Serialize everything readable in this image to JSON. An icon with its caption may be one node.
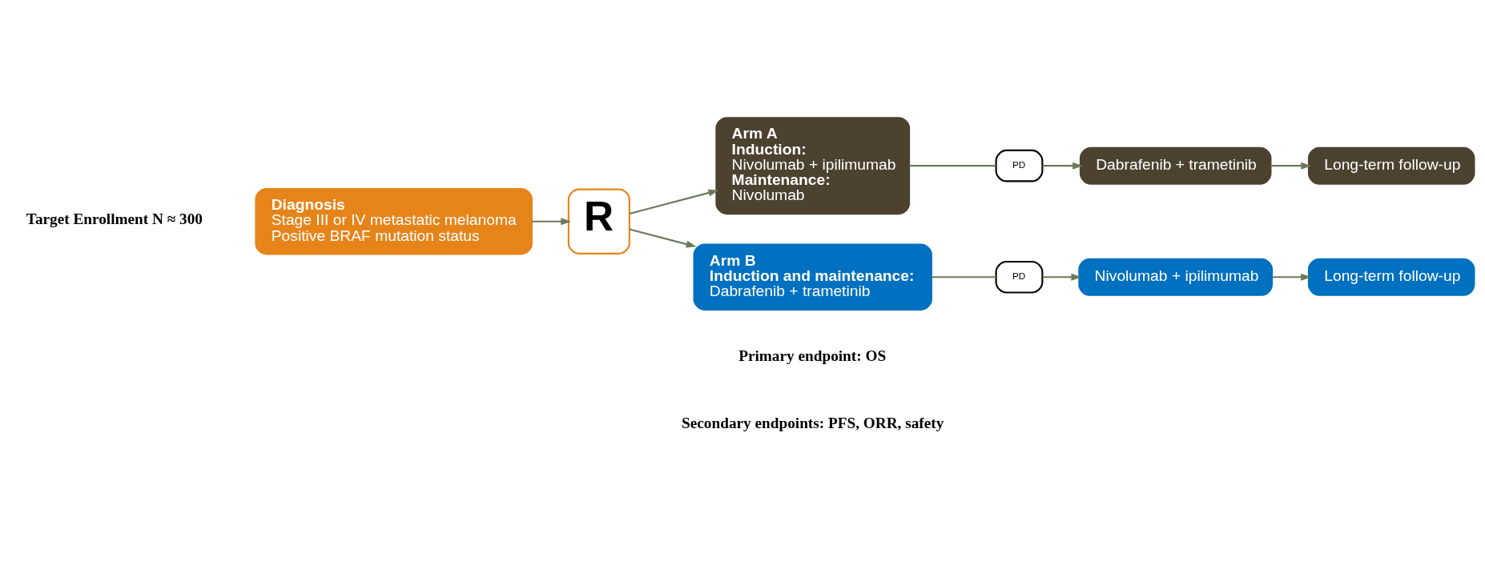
{
  "diagram": {
    "nodes": [
      {
        "text": [
          "Diagnosis",
          "Stage III or IV metastatic melanoma",
          "Positive BRAF mutation status"
        ]
      },
      {
        "text": [
          "R"
        ]
      },
      {
        "text": [
          "Arm A",
          "Induction:",
          "Nivolumab + ipilimumab",
          "Maintenance:",
          "Nivolumab"
        ]
      },
      {
        "text": [
          "Arm B",
          "Induction and maintenance:",
          "Dabrafenib + trametinib"
        ]
      },
      {
        "text": [
          "PD"
        ]
      },
      {
        "text": [
          "PD"
        ]
      },
      {
        "text": [
          "Nivolumab + ipilimumab"
        ]
      },
      {
        "text": [
          "Long-term follow-up"
        ]
      },
      {
        "text": [
          "Dabrafenib + trametinib"
        ]
      },
      {
        "text": [
          "Long-term follow-up"
        ]
      }
    ],
    "edges": [
      {
        "from": 0,
        "to": 1,
        "arrow": "to"
      },
      {
        "from": 1,
        "to": 2,
        "arrow": "to"
      },
      {
        "from": 1,
        "to": 3,
        "arrow": "to"
      },
      {
        "from": 2,
        "to": 4,
        "arrow": "none"
      },
      {
        "from": 4,
        "to": 8,
        "arrow": "to"
      },
      {
        "from": 3,
        "to": 5,
        "arrow": "none"
      },
      {
        "from": 5,
        "to": 6,
        "arrow": "to"
      },
      {
        "from": 6,
        "to": 7,
        "arrow": "to"
      },
      {
        "from": 8,
        "to": 9,
        "arrow": "to"
      }
    ],
    "labels": [
      "Target Enrollment N ≈ 300",
      "Primary endpoint: OS",
      "Secondary endpoints: PFS, ORR, safety"
    ]
  }
}
